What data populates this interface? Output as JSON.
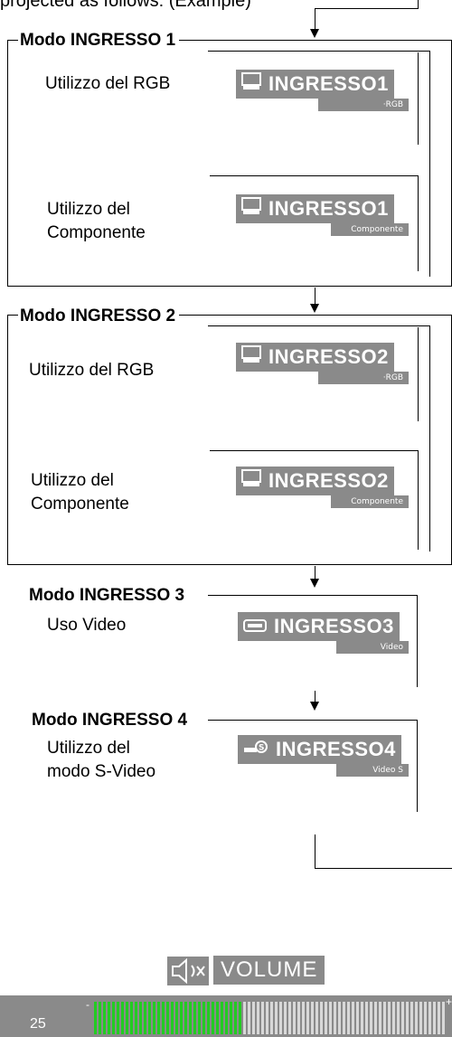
{
  "header": {
    "text": "projected as follows: (Example)"
  },
  "sections": [
    {
      "mode": "Modo INGRESSO 1",
      "items": [
        {
          "desc": "Utilizzo del RGB",
          "osd": "INGRESSO1",
          "sub": "RGB",
          "icon": "monitor-icon"
        },
        {
          "desc": "Utilizzo del\nComponente",
          "osd": "INGRESSO1",
          "sub": "Componente",
          "icon": "monitor-icon"
        }
      ]
    },
    {
      "mode": "Modo INGRESSO 2",
      "items": [
        {
          "desc": "Utilizzo del RGB",
          "osd": "INGRESSO2",
          "sub": "RGB",
          "icon": "monitor-icon"
        },
        {
          "desc": "Utilizzo del\nComponente",
          "osd": "INGRESSO2",
          "sub": "Componente",
          "icon": "monitor-icon"
        }
      ]
    },
    {
      "mode": "Modo INGRESSO 3",
      "items": [
        {
          "desc": "Uso Video",
          "osd": "INGRESSO3",
          "sub": "Video",
          "icon": "video-icon"
        }
      ]
    },
    {
      "mode": "Modo INGRESSO 4",
      "items": [
        {
          "desc": "Utilizzo del\nmodo S-Video",
          "osd": "INGRESSO4",
          "sub": "Video S",
          "icon": "s-video-icon"
        }
      ]
    }
  ],
  "volume": {
    "label": "VOLUME",
    "value": "25",
    "minus": "-",
    "plus": "+",
    "level_fraction": 0.42,
    "colors": {
      "bar_bg": "#8a8a8a",
      "active": "#22cc22",
      "inactive": "#d8d8d8"
    }
  }
}
